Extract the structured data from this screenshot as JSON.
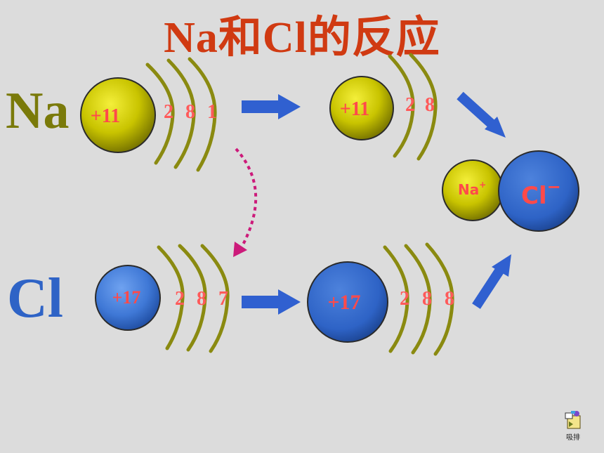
{
  "title": "Na和Cl的反应",
  "symbols": {
    "na": "Na",
    "cl": "Cl"
  },
  "na_atom": {
    "nucleus": "+11",
    "shells": [
      "2",
      "8",
      "1"
    ]
  },
  "na_ion": {
    "nucleus": "+11",
    "shells": [
      "2",
      "8"
    ]
  },
  "cl_atom": {
    "nucleus": "+17",
    "shells": [
      "2",
      "8",
      "7"
    ]
  },
  "cl_ion": {
    "nucleus": "+17",
    "shells": [
      "2",
      "8",
      "8"
    ]
  },
  "product": {
    "na_label": "Na",
    "na_charge": "+",
    "cl_label": "Cl",
    "cl_charge": "−"
  },
  "icon": {
    "name": "sound-file-icon",
    "label": "吸排"
  },
  "colors": {
    "title": "#d03a12",
    "na_nucleus": "#b9b500",
    "cl_nucleus": "#3f78d6",
    "shell_arc": "#8a8a10",
    "arrow": "#3060d0",
    "transfer_arrow": "#cc1a7a",
    "numbers": "#ff4a4a"
  }
}
